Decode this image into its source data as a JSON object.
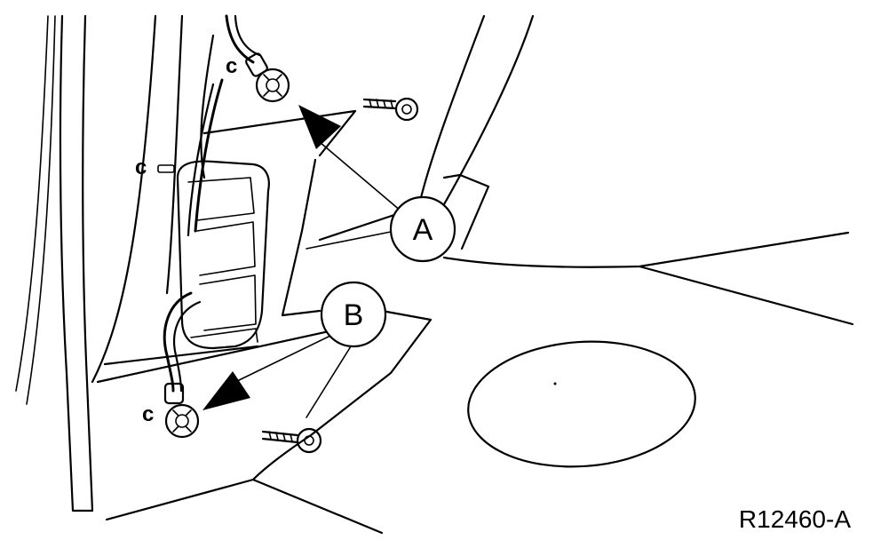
{
  "callouts": {
    "a": "A",
    "b": "B"
  },
  "connector_labels": {
    "upper": "c",
    "middle": "c",
    "lower": "c"
  },
  "figure_ref": "R12460-A",
  "colors": {
    "ink": "#000000",
    "paper": "#ffffff"
  }
}
